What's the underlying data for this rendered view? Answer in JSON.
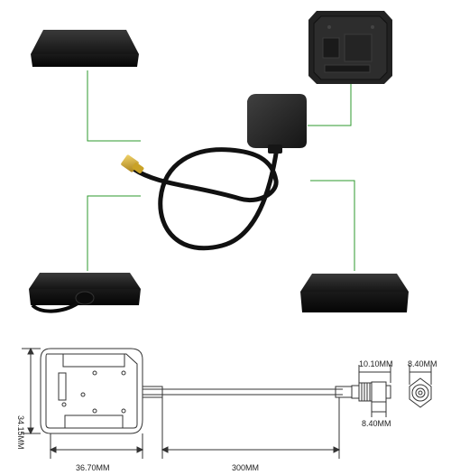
{
  "dimensions": {
    "width": "36.70MM",
    "height": "34.15MM",
    "cable_length": "300MM",
    "connector_length": "10.10MM",
    "connector_width": "8.40MM",
    "connector_hex": "8.40MM"
  },
  "colors": {
    "leader_line": "#2e9a2e",
    "product_body": "#1c1c1c",
    "connector": "#c9a227",
    "drawing_line": "#333333"
  }
}
